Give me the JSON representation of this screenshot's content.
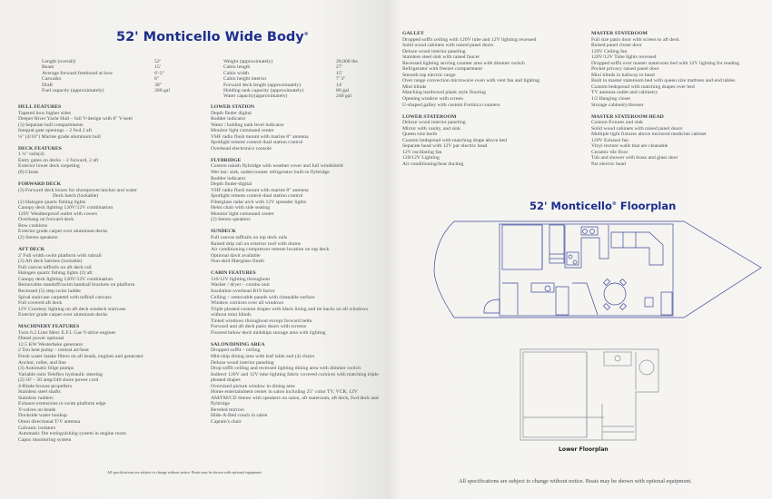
{
  "left_page": {
    "title": "52' Monticello Wide Body",
    "title_mark": "®",
    "specs_left": [
      {
        "label": "Length (overall)",
        "value": "52'"
      },
      {
        "label": "Beam",
        "value": "15'"
      },
      {
        "label": "Average forward freeboard at bow",
        "value": "6'-3\""
      },
      {
        "label": "Catwalks",
        "value": "6\""
      },
      {
        "label": "Draft",
        "value": "38\""
      },
      {
        "label": "Fuel capacity (approximately)",
        "value": "300 gal"
      }
    ],
    "specs_right": [
      {
        "label": "Weight (approximately)",
        "value": "28,000 lbs"
      },
      {
        "label": "Cabin length",
        "value": "27'"
      },
      {
        "label": "Cabin width",
        "value": "15'"
      },
      {
        "label": "Cabin height interior",
        "value": "7' 3\""
      },
      {
        "label": "Forward deck length (approximately)",
        "value": "14'"
      },
      {
        "label": "Holding tank capacity (approximately)",
        "value": "80 gal"
      },
      {
        "label": "Water capacity(approximately)",
        "value": "240 gal"
      }
    ],
    "col1": [
      {
        "heading": "HULL FEATURES",
        "items": [
          "Tapered bow higher sides",
          "Deeper River Yacht Hull – full V-design with 8\" V-keel",
          "(3) Separate hull compartments",
          "Integral gate openings – 2 fwd 2 aft",
          "¼\" (4/16\") Marine grade aluminum hull"
        ]
      },
      {
        "heading": "DECK FEATURES",
        "items": [
          "1 ¼\" rails(4)",
          "Entry gates on decks – 2 forward, 2 aft",
          "Exterior lower deck carpeting",
          "(8) Cleats"
        ]
      },
      {
        "heading": "FORWARD DECK",
        "items": [
          "(3) Forward deck boxes for shorepower/anchor and water",
          ">Deck hatch (lockable)",
          "(2) Halogen quartz fishing lights",
          "Canopy deck lighting 120V/12V combination",
          "120V Weatherproof outlet with covers",
          "Overhang on forward deck",
          "Bow cushions",
          "Exterior grade carpet over aluminum decks",
          "(2) Stereo speakers"
        ]
      },
      {
        "heading": "AFT DECK",
        "items": [
          "2' Full width swim platform with rubrail",
          "(3) Aft deck hatches (lockable)",
          "Full canvas taffrails on aft deck rail",
          "Halogen quartz fishing lights (2) aft",
          "Canopy deck lighting 120V/12V combination",
          "Removable standoff/swim handrail brackets on platform",
          "Recessed (5) step swim ladder",
          "Spiral staircase carpeted with taffrail canvass",
          "Full covered aft deck",
          "12V Courtesy lighting on aft deck sundeck staircase",
          "Exterior grade carpet over aluminum decks"
        ]
      },
      {
        "heading": "MACHINERY FEATURES",
        "items": [
          "Twin 6.2 Liter Merc E.F.I. Gas V-drive engines",
          "Diesel power optional",
          "12.5 KW Westerbeke generator",
          "2 Ton heat pump – central air/heat",
          "Fresh water intake filters on all heads, engines and generator",
          "Anchor, roller, and line",
          "(3) Automatic bilge pumps",
          "Variable ratio Teleflex hydraulic steering",
          "(2) 50' – 50 amp/240 shore power cord",
          "4-Blade bronze propellers",
          "Stainless steel shafts",
          "Stainless rudders",
          "Exhaust extensions to swim platform edge",
          "Y-valves on heads",
          "Dockside water hookup",
          "Omni directional T/V antenna",
          "Galvanic isolators",
          "Automatic fire extinguishing system in engine room",
          "Capoc monitoring system"
        ]
      }
    ],
    "col2": [
      {
        "heading": "LOWER STATION",
        "items": [
          "Depth finder digital",
          "Rudder indicator",
          "Water / holding tank level indicator",
          "Monitor light command center",
          "VHF radio flush mount with marine 8\" antenna",
          "Spotlight remote control-dual station control",
          "Overhead electronics console"
        ]
      },
      {
        "heading": "FLYBRIDGE",
        "items": [
          "Custom rakish flybridge with weather cover and full windshield",
          "Wet bar: sink, undercounter refrigerator built-in flybridge",
          "Rudder indicator",
          "Depth finder-digital",
          "VHF radio flush mount with marine 8\" antenna",
          "Spotlight remote control-dual station control",
          "Fiberglass radar arch with 12V spreader lights",
          "Helm chair with side seating",
          "Monitor light command center",
          "(2) Stereo speakers"
        ]
      },
      {
        "heading": "SUNDECK",
        "items": [
          "Full canvas taffrails on top deck rails",
          "Raised drip rail on exterior roof with drains",
          "Air conditioning compressor remote location on top deck",
          "Optional davit available",
          "Non-skid fiberglass finish"
        ]
      },
      {
        "heading": "CABIN FEATURES",
        "items": [
          "110/12V lighting throughout",
          "Washer / dryer – combo unit",
          "Insulation overhead R19 factor",
          "Ceiling – removable panels with cleanable surface",
          "Window cornices over all windows",
          "Triple pleated custom drapes with black lining and tie backs on all windows",
          "without mini blinds",
          "Tinted windows throughout except forward helm",
          "Forward and aft deck patio doors with screens",
          "Floored below deck midships storage area with lighting"
        ]
      },
      {
        "heading": "SALON/DINING AREA",
        "items": [
          "Dropped soffit – ceiling",
          "Mid-ship dining area with leaf table and (4) chairs",
          "Deluxe wood interior paneling",
          "Drop soffit ceiling and recessed lighting dining area with dimmer switch",
          "Indirect 120V and 12V tube lighting fabric covered cornices with matching triple",
          "pleated drapes",
          "Oversized picture window in dining area",
          "Home entertainment center in salon including 25\" color TV, VCR, 12V",
          "AM/FM/CD Stereo with speakers on salon, aft stateroom, aft deck, fwd deck and",
          "flybridge",
          "Beveled mirrors",
          "Hide-A-Bed couch in salon",
          "Captain's chair"
        ]
      }
    ],
    "footer": "All specifications are subject to change without notice.  Boats may be shown with optional equipment."
  },
  "right_page": {
    "col1": [
      {
        "heading": "GALLEY",
        "items": [
          "Dropped soffit ceiling with 120V tube and 12V lighting recessed",
          "Solid wood cabinets with raised panel doors",
          "Deluxe wood interior paneling",
          "Stainless steel sink with raised faucet",
          "Recessed lighting serving counter area with dimmer switch",
          "Refrigerator with freezer compartment",
          "Smooth top electric range",
          "Over range convection microwave oven with vent fan and lighting",
          "Mini blinds",
          "Matching hardwood plank style flooring",
          "Opening window with screen",
          "U-shaped galley with custom Formica counters"
        ]
      },
      {
        "heading": "LOWER STATEROOM",
        "items": [
          "Deluxe wood interior paneling",
          "Mirror with vanity, and sink",
          "Queen size berth",
          "Custom bedspread with matching drape above bed",
          "Separate head with 12V par electric head",
          "12V oscillating fan",
          "120/12V Lighting",
          "Air conditioning/heat ducting"
        ]
      }
    ],
    "col2": [
      {
        "heading": "MASTER STATEROOM",
        "items": [
          "Full size patio door with screen to aft deck",
          "Raised panel closet door",
          "120V Ceiling fan",
          "120V/12V Tube lights recessed",
          "Dropped soffit over master stateroom bed with 12V lighting for reading",
          "Pocket privacy raised panel door",
          "Mini blinds in hallway to head",
          "Built in master stateroom bed with queen size mattress and end tables",
          "Custom bedspread with matching drapes over bed",
          "TV antenna outlet and cabinetry",
          "1/2 Hanging closet",
          "Storage cabinetry/dresser"
        ]
      },
      {
        "heading": "MASTER STATEROOM HEAD",
        "items": [
          "Custom fixtures and sink",
          "Solid wood cabinets with raised panel doors",
          "Multiple light fixtures above mirrored medicine cabinet",
          "120V Exhaust fan",
          "Vinyl texture walls that are cleanable",
          "Ceramic tile floor",
          "Tub and shower with brass and glass door",
          "Par electric head"
        ]
      }
    ],
    "floorplan_title": "52' Monticello",
    "floorplan_title_mark": "®",
    "floorplan_title_suffix": "Floorplan",
    "lower_floorplan_label": "Lower Floorplan",
    "footer": "All specifications are subject to change without notice.  Boats may be shown with optional equipment."
  },
  "colors": {
    "title_blue": "#1d2f8e",
    "plan_line": "#3d4a9a"
  }
}
